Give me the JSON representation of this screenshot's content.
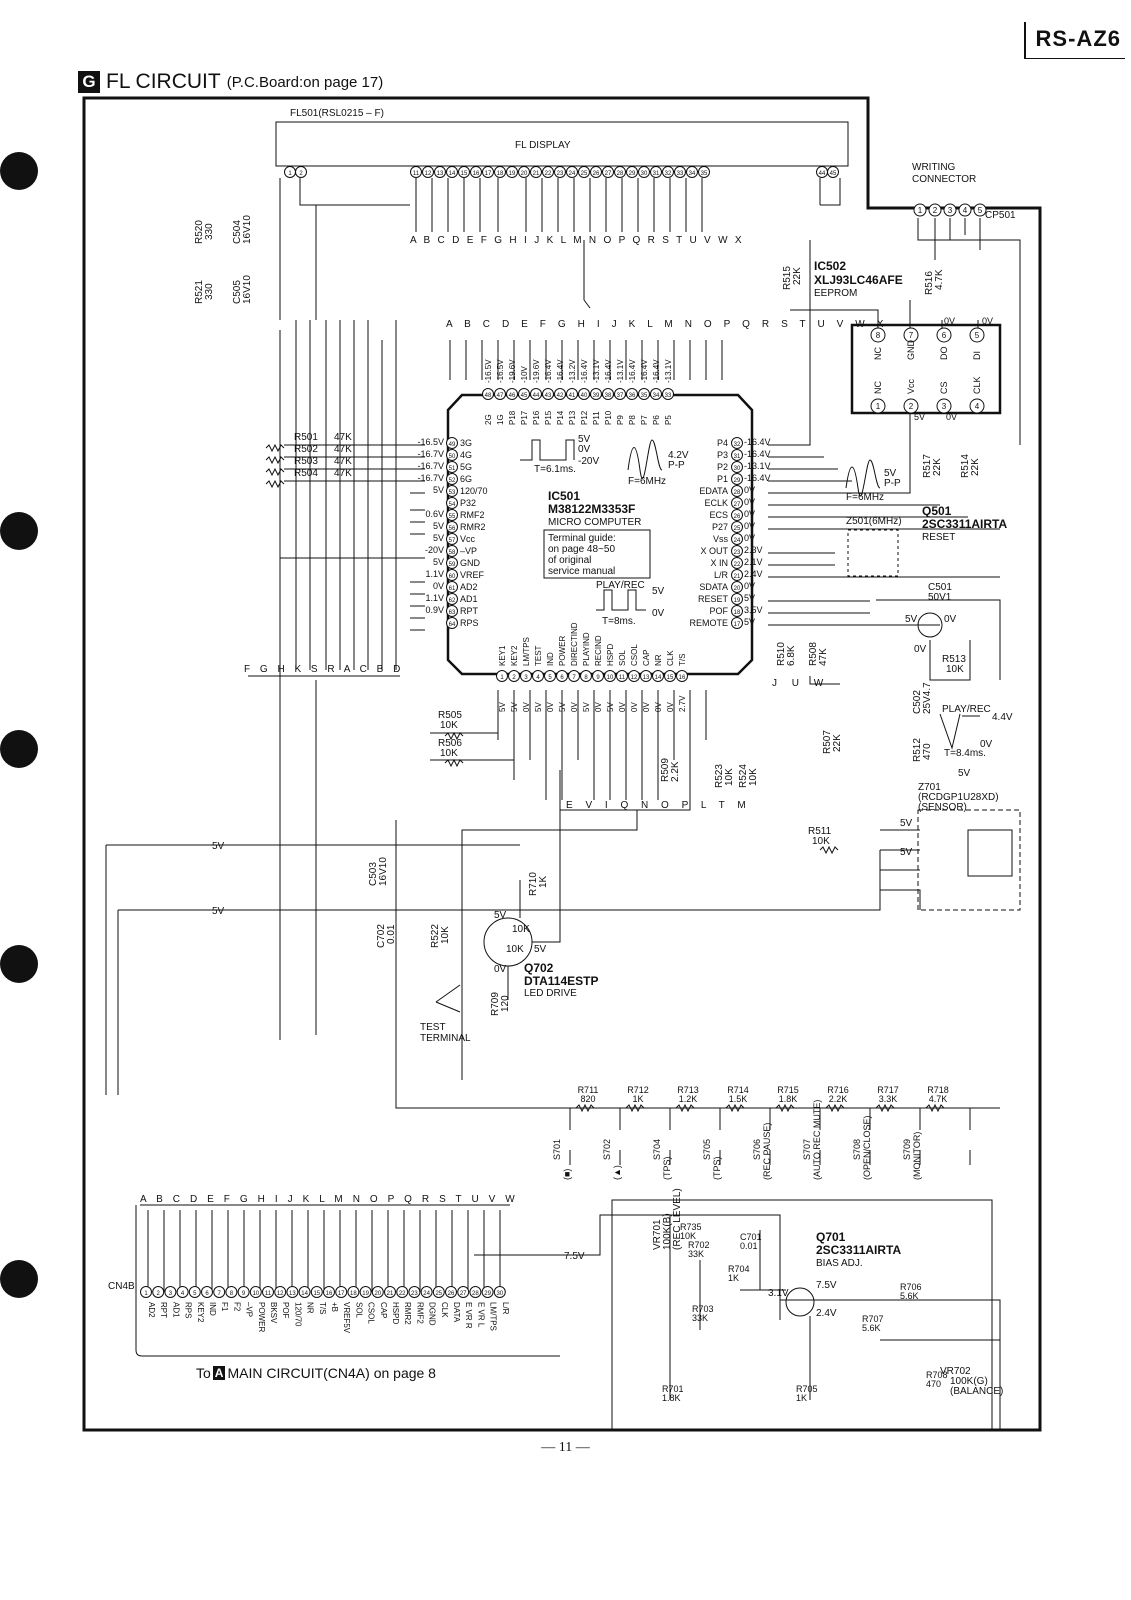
{
  "header": {
    "model": "RS-AZ6",
    "title_badge": "G",
    "title": "FL CIRCUIT",
    "title_sub": "(P.C.Board:on page 17)"
  },
  "footer": {
    "page": "— 11 —",
    "to_badge": "A",
    "to_prefix": "To",
    "to_text": "MAIN CIRCUIT(CN4A) on page 8"
  },
  "fl": {
    "ref": "FL501(RSL0215 – F)",
    "name": "FL DISPLAY",
    "pins_left": [
      "1",
      "2"
    ],
    "pins_mid": [
      "11",
      "12",
      "13",
      "14",
      "15",
      "16",
      "17",
      "18",
      "19",
      "20",
      "21",
      "22",
      "23",
      "24",
      "25",
      "26",
      "27",
      "28",
      "29",
      "30",
      "31",
      "32",
      "33",
      "34",
      "35"
    ],
    "pins_right": [
      "44",
      "45"
    ],
    "bus": "A B C D E F   G H I J K L M N O P Q R S T U V W X"
  },
  "writing": {
    "label1": "WRITING",
    "label2": "CONNECTOR",
    "ref": "CP501",
    "pins": [
      "1",
      "2",
      "3",
      "4",
      "5"
    ]
  },
  "ic502": {
    "ref": "IC502",
    "part": "XLJ93LC46AFE",
    "type": "EEPROM",
    "top_pins": [
      {
        "n": "8",
        "name": "NC"
      },
      {
        "n": "7",
        "name": "GND"
      },
      {
        "n": "6",
        "name": "DO"
      },
      {
        "n": "5",
        "name": "DI"
      }
    ],
    "bot_pins": [
      {
        "n": "1",
        "name": "NC"
      },
      {
        "n": "2",
        "name": "Vcc"
      },
      {
        "n": "3",
        "name": "CS"
      },
      {
        "n": "4",
        "name": "CLK"
      }
    ],
    "v_top": [
      "0V",
      "0V"
    ],
    "v_bot": [
      "5V",
      "0V"
    ]
  },
  "ic501": {
    "ref": "IC501",
    "part": "M38122M3353F",
    "type": "MICRO COMPUTER",
    "note": [
      "Terminal guide:",
      "on page 48~50",
      "of original",
      "service manual"
    ],
    "bus": "A B C D E F G H I J K L M N O P Q R S T U V W X",
    "top_pins": [
      {
        "n": "48",
        "name": "2G"
      },
      {
        "n": "47",
        "name": "1G"
      },
      {
        "n": "46",
        "name": "P18"
      },
      {
        "n": "45",
        "name": "P17"
      },
      {
        "n": "44",
        "name": "P16"
      },
      {
        "n": "43",
        "name": "P15"
      },
      {
        "n": "42",
        "name": "P14"
      },
      {
        "n": "41",
        "name": "P13"
      },
      {
        "n": "40",
        "name": "P12"
      },
      {
        "n": "39",
        "name": "P11"
      },
      {
        "n": "38",
        "name": "P10"
      },
      {
        "n": "37",
        "name": "P9"
      },
      {
        "n": "36",
        "name": "P8"
      },
      {
        "n": "35",
        "name": "P7"
      },
      {
        "n": "34",
        "name": "P6"
      },
      {
        "n": "33",
        "name": "P5"
      }
    ],
    "top_volts": [
      "-16.5V",
      "-16.5V",
      "-19.6V",
      "-10V",
      "-19.6V",
      "-16.4V",
      "-16.4V",
      "-13.2V",
      "-16.4V",
      "-13.1V",
      "-16.4V",
      "-13.1V",
      "-16.4V",
      "-16.4V",
      "-16.4V",
      "-13.1V"
    ],
    "left_pins": [
      {
        "n": "49",
        "name": "3G",
        "v": "-16.5V"
      },
      {
        "n": "50",
        "name": "4G",
        "v": "-16.7V"
      },
      {
        "n": "51",
        "name": "5G",
        "v": "-16.7V"
      },
      {
        "n": "52",
        "name": "6G",
        "v": "-16.7V"
      },
      {
        "n": "53",
        "name": "120/70",
        "v": "5V"
      },
      {
        "n": "54",
        "name": "P32",
        "v": ""
      },
      {
        "n": "55",
        "name": "RMF2",
        "v": "0.6V"
      },
      {
        "n": "56",
        "name": "RMR2",
        "v": "5V"
      },
      {
        "n": "57",
        "name": "Vcc",
        "v": "5V"
      },
      {
        "n": "58",
        "name": "–VP",
        "v": "-20V"
      },
      {
        "n": "59",
        "name": "GND",
        "v": "5V"
      },
      {
        "n": "60",
        "name": "VREF",
        "v": "1.1V"
      },
      {
        "n": "61",
        "name": "AD2",
        "v": "0V"
      },
      {
        "n": "62",
        "name": "AD1",
        "v": "1.1V"
      },
      {
        "n": "63",
        "name": "RPT",
        "v": "0.9V"
      },
      {
        "n": "64",
        "name": "RPS",
        "v": ""
      }
    ],
    "right_pins": [
      {
        "n": "32",
        "name": "P4",
        "v": "-16.4V"
      },
      {
        "n": "31",
        "name": "P3",
        "v": "-16.4V"
      },
      {
        "n": "30",
        "name": "P2",
        "v": "-13.1V"
      },
      {
        "n": "29",
        "name": "P1",
        "v": "-16.4V"
      },
      {
        "n": "28",
        "name": "EDATA",
        "v": "0V"
      },
      {
        "n": "27",
        "name": "ECLK",
        "v": "0V"
      },
      {
        "n": "26",
        "name": "ECS",
        "v": "0V"
      },
      {
        "n": "25",
        "name": "P27",
        "v": "0V"
      },
      {
        "n": "24",
        "name": "Vss",
        "v": "0V"
      },
      {
        "n": "23",
        "name": "X OUT",
        "v": "2.3V"
      },
      {
        "n": "22",
        "name": "X IN",
        "v": "2.1V"
      },
      {
        "n": "21",
        "name": "L/R",
        "v": "2.4V"
      },
      {
        "n": "20",
        "name": "SDATA",
        "v": "0V"
      },
      {
        "n": "19",
        "name": "RESET",
        "v": "5V"
      },
      {
        "n": "18",
        "name": "POF",
        "v": "3.5V"
      },
      {
        "n": "17",
        "name": "REMOTE",
        "v": "5V"
      }
    ],
    "bot_pins": [
      {
        "n": "1",
        "name": "KEY1"
      },
      {
        "n": "2",
        "name": "KEY2"
      },
      {
        "n": "3",
        "name": "LM/TPS"
      },
      {
        "n": "4",
        "name": "TEST"
      },
      {
        "n": "5",
        "name": "IND"
      },
      {
        "n": "6",
        "name": "POWER"
      },
      {
        "n": "7",
        "name": "DIRECTIND"
      },
      {
        "n": "8",
        "name": "PLAYIND"
      },
      {
        "n": "9",
        "name": "RECIND"
      },
      {
        "n": "10",
        "name": "HSPD"
      },
      {
        "n": "11",
        "name": "SOL"
      },
      {
        "n": "12",
        "name": "CSOL"
      },
      {
        "n": "13",
        "name": "CAP"
      },
      {
        "n": "14",
        "name": "NR"
      },
      {
        "n": "15",
        "name": "CLK"
      },
      {
        "n": "16",
        "name": "T/S"
      }
    ],
    "bot_volts": [
      "5V",
      "5V",
      "0V",
      "5V",
      "0V",
      "5V",
      "0V",
      "5V",
      "0V",
      "5V",
      "0V",
      "0V",
      "0V",
      "0V",
      "0V",
      "2.7V"
    ],
    "bus_left": "F G H K S R A C B D",
    "bus_right": "J  U  W",
    "bus_bottom": "E V I Q N O P L  T M"
  },
  "waves": {
    "w1": {
      "v1": "5V",
      "v2": "0V",
      "v3": "-20V",
      "t": "T=6.1ms."
    },
    "w2": {
      "v": "4.2V",
      "pp": "P-P",
      "f": "F=6MHz"
    },
    "w3": {
      "f": "F=6MHz",
      "v": "5V",
      "pp": "P-P"
    },
    "w4": {
      "label": "PLAY/REC",
      "v1": "5V",
      "v2": "0V",
      "t": "T=8ms."
    },
    "w5": {
      "label": "PLAY/REC",
      "v1": "4.4V",
      "v2": "0V",
      "t": "T=8.4ms."
    }
  },
  "resistors": {
    "r501": "R501",
    "r502": "R502",
    "r503": "R503",
    "r504": "R504",
    "v47k": "47K",
    "r505": "R505",
    "r506": "R506",
    "v10k": "10K",
    "r515": "R515",
    "v515": "22K",
    "r516": "R516",
    "v516": "4.7K",
    "r517": "R517",
    "v517": "22K",
    "r514": "R514",
    "v514": "22K",
    "r520": "R520",
    "v520": "330",
    "r521": "R521",
    "v521": "330",
    "r510": "R510",
    "v510": "6.8K",
    "r508": "R508",
    "v508": "47K",
    "r513": "R513",
    "v513": "10K",
    "r507": "R507",
    "v507": "22K",
    "r512": "R512",
    "v512": "470",
    "r509": "R509",
    "v509": "2.2K",
    "r523": "R523",
    "r524": "R524",
    "r511": "R511",
    "r522": "R522",
    "r710": "R710",
    "v710": "1K",
    "r709": "R709",
    "v709": "120"
  },
  "caps": {
    "c504": "C504",
    "v504": "16V10",
    "c505": "C505",
    "v505": "16V10",
    "c503": "C503",
    "v503": "16V10",
    "c702": "C702",
    "v702": "0.01",
    "c501": "C501",
    "v501": "50V1",
    "c502": "C502",
    "v502": "25V4.7"
  },
  "z501": {
    "ref": "Z501(6MHz)"
  },
  "q501": {
    "ref": "Q501",
    "part": "2SC3311AIRTA",
    "type": "RESET",
    "v1": "5V",
    "v2": "0V",
    "v3": "0V"
  },
  "z701": {
    "ref": "Z701",
    "part": "(RCDGP1U28XD)",
    "type": "(SENSOR)",
    "v1": "5V",
    "v2": "5V"
  },
  "q702": {
    "ref": "Q702",
    "part": "DTA114ESTP",
    "type": "LED DRIVE",
    "r1": "10K",
    "r2": "10K",
    "v1": "5V",
    "v2": "5V",
    "v3": "0V"
  },
  "test": {
    "l1": "TEST",
    "l2": "TERMINAL"
  },
  "rails": {
    "r1": "5V",
    "r2": "5V",
    "r3": "7.5V",
    "r4": "5V"
  },
  "ladder": {
    "res": [
      {
        "n": "R711",
        "v": "820"
      },
      {
        "n": "R712",
        "v": "1K"
      },
      {
        "n": "R713",
        "v": "1.2K"
      },
      {
        "n": "R714",
        "v": "1.5K"
      },
      {
        "n": "R715",
        "v": "1.8K"
      },
      {
        "n": "R716",
        "v": "2.2K"
      },
      {
        "n": "R717",
        "v": "3.3K"
      },
      {
        "n": "R718",
        "v": "4.7K"
      }
    ],
    "sw": [
      {
        "n": "S701",
        "f": "(■)"
      },
      {
        "n": "S702",
        "f": "(▲)"
      },
      {
        "n": "S704",
        "f": "(TPS)"
      },
      {
        "n": "S705",
        "f": "(TPS)"
      },
      {
        "n": "S706",
        "f": "(REC PAUSE)"
      },
      {
        "n": "S707",
        "f": "(AUTO REC MUTE)"
      },
      {
        "n": "S708",
        "f": "(OPEN/CLOSE)"
      },
      {
        "n": "S709",
        "f": "(MONITOR)"
      }
    ]
  },
  "q701": {
    "ref": "Q701",
    "part": "2SC3311AIRTA",
    "type": "BIAS ADJ.",
    "v1": "3.1V",
    "v2": "7.5V",
    "v3": "2.4V",
    "parts": [
      {
        "n": "R735",
        "v": "10K"
      },
      {
        "n": "R702",
        "v": "33K"
      },
      {
        "n": "C701",
        "v": "0.01"
      },
      {
        "n": "R704",
        "v": "1K"
      },
      {
        "n": "R703",
        "v": "33K"
      },
      {
        "n": "R701",
        "v": "1.8K"
      },
      {
        "n": "R705",
        "v": "1K"
      },
      {
        "n": "R706",
        "v": "5.6K"
      },
      {
        "n": "R707",
        "v": "5.6K"
      },
      {
        "n": "R708",
        "v": "470"
      }
    ],
    "vr701": [
      "VR701",
      "100K(B)",
      "(REC LEVEL)"
    ],
    "vr702": [
      "VR702",
      "100K(G)",
      "(BALANCE)"
    ]
  },
  "cn4b": {
    "ref": "CN4B",
    "bus": "A B C D E   F G H I   J K L M      N O P Q R S   T U        V W",
    "pins": [
      "1",
      "2",
      "3",
      "4",
      "5",
      "6",
      "7",
      "8",
      "9",
      "10",
      "11",
      "12",
      "13",
      "14",
      "15",
      "16",
      "17",
      "18",
      "19",
      "20",
      "21",
      "22",
      "23",
      "24",
      "25",
      "26",
      "27",
      "28",
      "29",
      "30"
    ],
    "names": [
      "AD2",
      "RPT",
      "AD1",
      "RPS",
      "KEY2",
      "IND",
      "F1",
      "F2",
      "–VP",
      "POWER",
      "BKSV",
      "POF",
      "120/70",
      "NR",
      "T/S",
      "+B",
      "VREF5V",
      "SOL",
      "CSOL",
      "CAP",
      "HSPD",
      "RMR2",
      "RMF2",
      "DGND",
      "CLK",
      "DATA",
      "E VR R",
      "E VR L",
      "LM/TPS",
      "L/R"
    ]
  }
}
